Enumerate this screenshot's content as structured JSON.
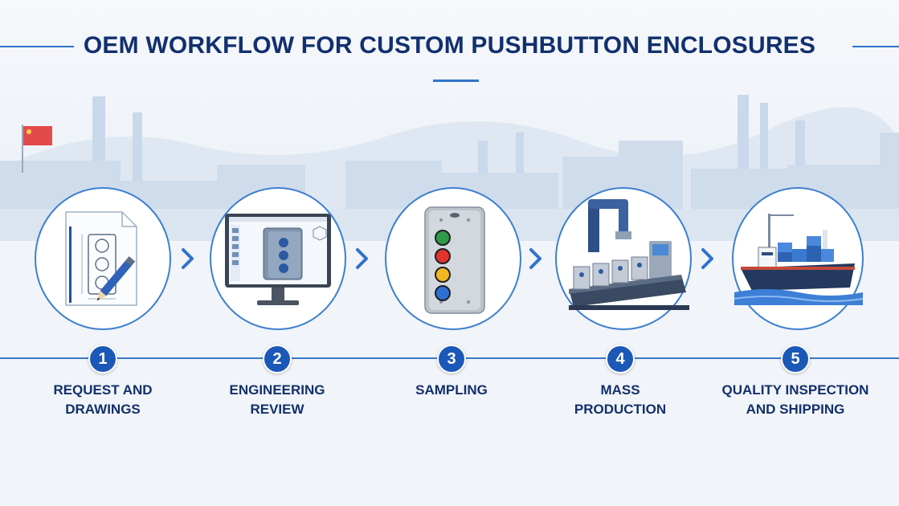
{
  "title": "OEM WORKFLOW FOR CUSTOM PUSHBUTTON ENCLOSURES",
  "colors": {
    "accent": "#2f73c9",
    "navy": "#11306e",
    "badge": "#1b58b8"
  },
  "steps": [
    {
      "number": "1",
      "line1": "REQUEST AND",
      "line2": "DRAWINGS",
      "icon": "drawing-pencil-icon"
    },
    {
      "number": "2",
      "line1": "ENGINEERING",
      "line2": "REVIEW",
      "icon": "cad-monitor-icon"
    },
    {
      "number": "3",
      "line1": "SAMPLING",
      "line2": "",
      "icon": "pushbutton-box-icon"
    },
    {
      "number": "4",
      "line1": "MASS",
      "line2": "PRODUCTION",
      "icon": "factory-robot-icon"
    },
    {
      "number": "5",
      "line1": "QUALITY INSPECTION",
      "line2": "AND SHIPPING",
      "icon": "cargo-ship-icon"
    }
  ]
}
